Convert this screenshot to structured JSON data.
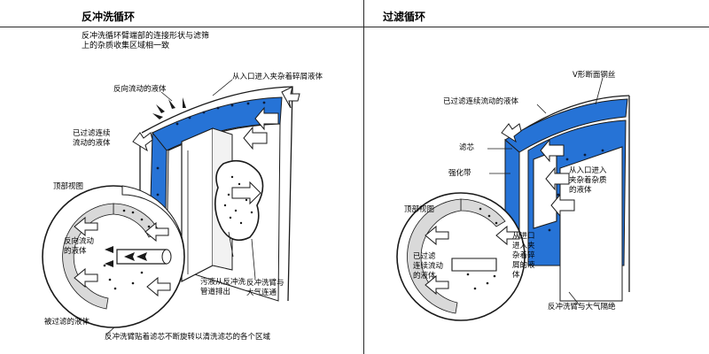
{
  "left": {
    "title": "反冲洗循环",
    "desc": "反冲洗循环臂端部的连接形状与滤筛\n上的杂质收集区域相一致",
    "labels": {
      "reverse_flow": "反向流动的液体",
      "inlet_debris": "从入口进入夹杂着碎屑液体",
      "filtered_continuous": "已过滤连续\n流动的液体",
      "top_view": "顶部视图",
      "reverse_flow_round": "反向流动\n的液体",
      "filtered_liquid": "被过滤的液体",
      "drain": "污液从反冲洗\n管道排出",
      "atmosphere_connect": "反冲洗臂与\n大气连通",
      "bottom_note": "反冲洗臂贴着滤芯不断旋转以清洗滤芯的各个区域"
    }
  },
  "right": {
    "title": "过滤循环",
    "labels": {
      "filtered_continuous": "已过滤连续流动的液体",
      "v_wire": "V形断面钢丝",
      "filter_element": "滤芯",
      "reinforce_band": "强化带",
      "inlet_impurity": "从入口进入\n夹杂着杂质\n的液体",
      "top_view": "顶部视图",
      "filtered_round": "已过滤\n连续流动\n的液体",
      "inlet_round": "从进口\n进入夹\n杂着碎\n屑的液\n体",
      "isolated": "反冲洗臂与大气隔绝"
    }
  },
  "colors": {
    "screen_blue": "#2673d6",
    "line": "#1a1a1a",
    "background": "#ffffff"
  }
}
